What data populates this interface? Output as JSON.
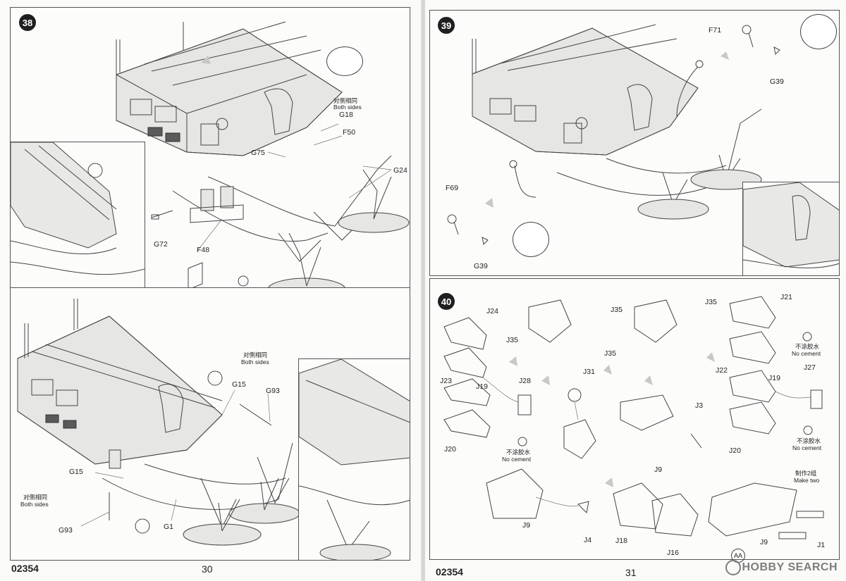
{
  "left_page": {
    "catalog_no": "02354",
    "page_no": "30",
    "step_38": {
      "step": "38",
      "note_cn": "对侧相同",
      "note_en": "Both sides",
      "parts": [
        "G18",
        "F50",
        "G75",
        "G24",
        "G72",
        "F48"
      ]
    },
    "step_38b": {
      "note_cn": "对侧相同",
      "note_en": "Both sides",
      "note2_cn": "对侧相同",
      "note2_en": "Both sides",
      "parts": [
        "G15",
        "G93",
        "G15",
        "G93",
        "G1"
      ]
    }
  },
  "right_page": {
    "catalog_no": "02354",
    "page_no": "31",
    "step_39": {
      "step": "39",
      "parts": [
        "F71",
        "G39",
        "F69",
        "G39"
      ]
    },
    "step_40": {
      "step": "40",
      "no_cement_cn": "不涂胶水",
      "no_cement_en": "No cement",
      "make_two_cn": "制作2组",
      "make_two_en": "Make two",
      "parts": [
        "J24",
        "J35",
        "J35",
        "J35",
        "J35",
        "J21",
        "J23",
        "J19",
        "J28",
        "J31",
        "J22",
        "J19",
        "J27",
        "J20",
        "J3",
        "J20",
        "J9",
        "J9",
        "J4",
        "J18",
        "J16",
        "J9",
        "J1"
      ],
      "aa_label": "AA"
    },
    "watermark": "HOBBY SEARCH"
  }
}
